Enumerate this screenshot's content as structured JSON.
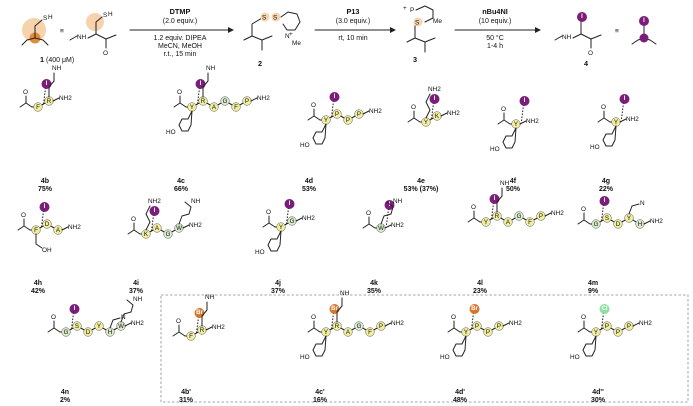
{
  "scheme": {
    "start_compound_id": "1",
    "start_compound_conc": "(400 μM)",
    "equiv_symbol": "≡",
    "step1": {
      "reagent": "DTMP",
      "amount": "(2.0 equiv.)",
      "line1": "1.2 equiv. DIPEA",
      "line2": "MeCN, MeOH",
      "line3": "r.t., 15 min"
    },
    "int2_id": "2",
    "step2": {
      "reagent": "P13",
      "amount": "(3.0 equiv.)",
      "line1": "rt, 10 min"
    },
    "int3_id": "3",
    "step3": {
      "reagent": "nBu4NI",
      "amount": "(10 equiv.)",
      "line1": "50 °C",
      "line2": "1-4 h"
    },
    "prod_id": "4",
    "atoms": {
      "S": "S",
      "N": "N",
      "H": "H",
      "O": "O",
      "I": "I",
      "P": "P",
      "Me": "Me",
      "Br": "Br",
      "Cl": "Cl",
      "plus": "+",
      "NH": "NH",
      "NH2": "NH2",
      "OH": "OH",
      "HO": "HO",
      "HN": "HN",
      "Ac": "O"
    }
  },
  "colors": {
    "cys_orange": "#e0893a",
    "cys_bg": "#f6d3ad",
    "iodo_purple": "#7b1e7a",
    "bromo_orange": "#d8762c",
    "chloro_green": "#8fe0a0",
    "residue_yellow": "#f2ee9f",
    "residue_green": "#dbeccc",
    "box_dash": "#888888"
  },
  "compounds": [
    {
      "id": "4b",
      "yield": "75%",
      "res": [
        "F",
        "R"
      ]
    },
    {
      "id": "4c",
      "yield": "66%",
      "res": [
        "Y",
        "R",
        "A",
        "G",
        "F",
        "P"
      ]
    },
    {
      "id": "4d",
      "yield": "53%",
      "res": [
        "Y",
        "P",
        "P",
        "P"
      ]
    },
    {
      "id": "4e",
      "yield": "53% (37%)",
      "res": [
        "Y",
        "K"
      ]
    },
    {
      "id": "4f",
      "yield": "50%",
      "res": [
        "Y"
      ]
    },
    {
      "id": "4g",
      "yield": "22%",
      "res": [
        "Y"
      ]
    },
    {
      "id": "4h",
      "yield": "42%",
      "res": [
        "F",
        "D",
        "A"
      ]
    },
    {
      "id": "4i",
      "yield": "37%",
      "res": [
        "K",
        "A",
        "G",
        "W"
      ]
    },
    {
      "id": "4j",
      "yield": "37%",
      "res": [
        "Y",
        "G"
      ]
    },
    {
      "id": "4k",
      "yield": "35%",
      "res": [
        "W"
      ]
    },
    {
      "id": "4l",
      "yield": "23%",
      "res": [
        "Y",
        "R",
        "A",
        "G",
        "F",
        "P"
      ]
    },
    {
      "id": "4m",
      "yield": "9%",
      "res": [
        "G",
        "S",
        "D",
        "Y",
        "H"
      ]
    },
    {
      "id": "4n",
      "yield": "2%",
      "res": [
        "G",
        "S",
        "D",
        "Y",
        "H",
        "W"
      ]
    },
    {
      "id": "4b'",
      "yield": "31%",
      "res": [
        "F",
        "R"
      ]
    },
    {
      "id": "4c'",
      "yield": "16%",
      "res": [
        "Y",
        "R",
        "A",
        "G",
        "F",
        "P"
      ]
    },
    {
      "id": "4d'",
      "yield": "48%",
      "res": [
        "Y",
        "P",
        "P",
        "P"
      ]
    },
    {
      "id": "4d''",
      "yield": "30%",
      "res": [
        "Y",
        "P",
        "P",
        "P"
      ]
    }
  ]
}
